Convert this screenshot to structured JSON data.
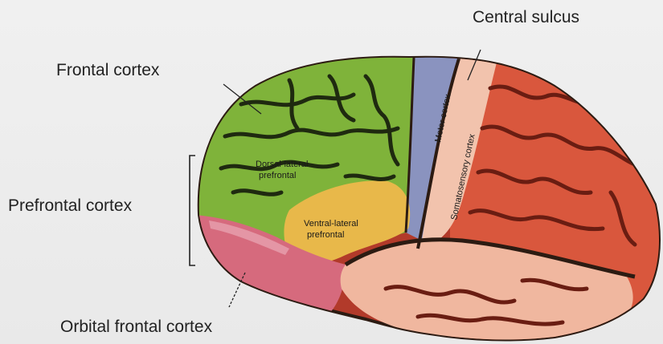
{
  "labels": {
    "central_sulcus": "Central sulcus",
    "frontal_cortex": "Frontal cortex",
    "prefrontal_cortex": "Prefrontal cortex",
    "orbital_frontal_cortex": "Orbital frontal cortex"
  },
  "regions": {
    "dorsal_lateral": {
      "line1": "Dorsal-lateral",
      "line2": "prefrontal",
      "color": "#7fb33a"
    },
    "ventral_lateral": {
      "line1": "Ventral-lateral",
      "line2": "prefrontal",
      "color": "#e8b84a"
    },
    "motor": {
      "label": "Motor cortex",
      "color": "#8a93bf"
    },
    "somatosensory": {
      "label": "Somatosensory cortex",
      "color": "#f2c3ad"
    },
    "orbital": {
      "color": "#d66a7d"
    },
    "posterior": {
      "color": "#d9573d"
    }
  }
}
